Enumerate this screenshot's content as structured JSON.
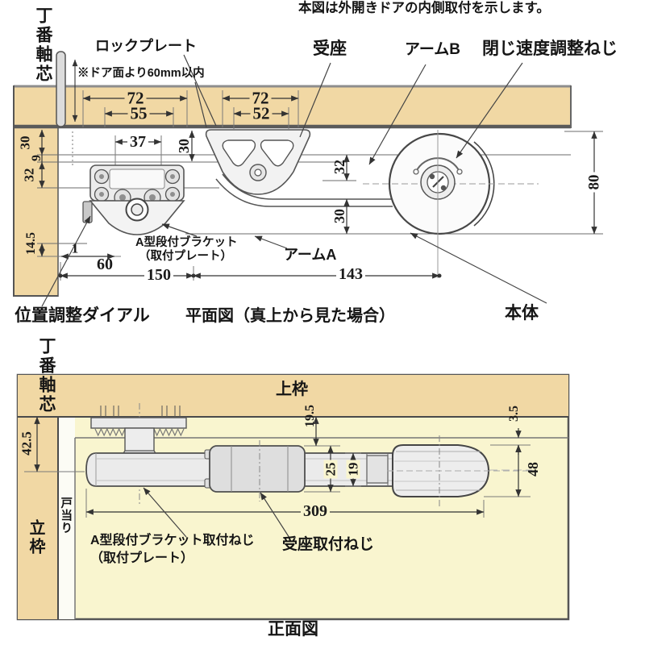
{
  "title": "本図は外開きドアの内側取付を示します。",
  "colors": {
    "frame_tan": "#f1d8a4",
    "interior_pale": "#f9f5cf",
    "line_dark": "#4a4a4a"
  },
  "plan": {
    "caption": "平面図（真上から見た場合）",
    "note": "※ドア面より60mm以内",
    "labels": {
      "hinge_axis": "丁番軸芯",
      "lock_plate": "ロックプレート",
      "receiver": "受座",
      "arm_b": "アームB",
      "speed_screw": "閉じ速度調整ねじ",
      "dial": "位置調整ダイアル",
      "bracket": "A型段付ブラケット",
      "bracket_sub": "（取付プレート）",
      "arm_a": "アームA",
      "body": "本体"
    },
    "dims": {
      "w72l": "72",
      "w55": "55",
      "w37": "37",
      "h30m": "30",
      "w72r": "72",
      "w52": "52",
      "h30": "30",
      "h9": "9",
      "h32": "32",
      "h145": "14.5",
      "g1": "1",
      "w60": "60",
      "w150": "150",
      "w143": "143",
      "h32r": "32",
      "h30r": "30",
      "h80": "80"
    }
  },
  "front": {
    "caption": "正面図",
    "labels": {
      "hinge_axis": "丁番軸芯",
      "top_frame": "上枠",
      "side_frame": "立枠",
      "door_stop": "戸当り",
      "bracket_screw": "A型段付ブラケット取付ねじ",
      "bracket_screw_sub": "（取付プレート）",
      "receiver_screw": "受座取付ねじ"
    },
    "dims": {
      "h425": "42.5",
      "h195": "19.5",
      "h35": "3.5",
      "h48": "48",
      "h25": "25",
      "h19": "19",
      "w309": "309"
    }
  }
}
